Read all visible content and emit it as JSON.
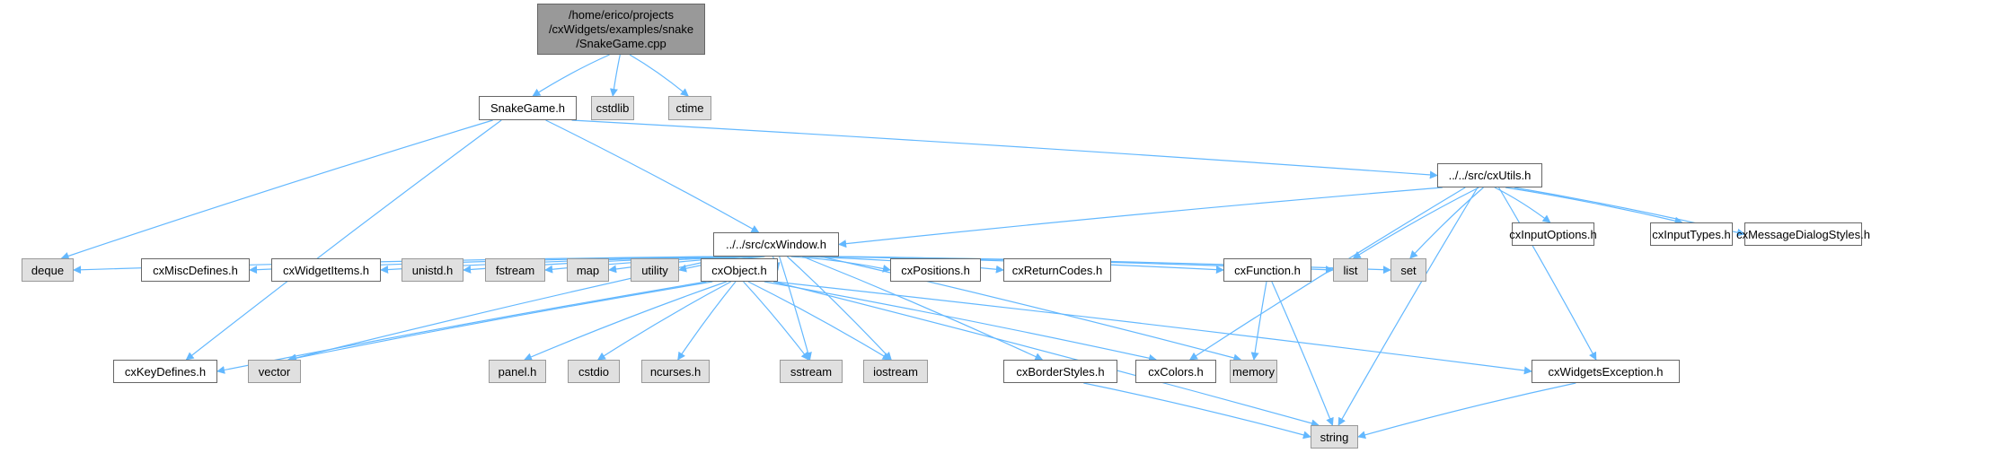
{
  "graph": {
    "edge_color": "#63b8ff",
    "node_colors": {
      "root_fill": "#999999",
      "local_fill": "#ffffff",
      "system_fill": "#e0e0e0",
      "border": "#666666"
    },
    "root": {
      "id": "root",
      "lines": [
        "/home/erico/projects",
        "/cxWidgets/examples/snake",
        "/SnakeGame.cpp"
      ]
    },
    "nodes": [
      {
        "id": "snakegame_h",
        "label": "SnakeGame.h",
        "kind": "local"
      },
      {
        "id": "cstdlib",
        "label": "cstdlib",
        "kind": "system"
      },
      {
        "id": "ctime",
        "label": "ctime",
        "kind": "system"
      },
      {
        "id": "cxutils",
        "label": "../../src/cxUtils.h",
        "kind": "local"
      },
      {
        "id": "cxwindow",
        "label": "../../src/cxWindow.h",
        "kind": "local"
      },
      {
        "id": "cxinputoptions",
        "label": "cxInputOptions.h",
        "kind": "local"
      },
      {
        "id": "cxinputtypes",
        "label": "cxInputTypes.h",
        "kind": "local"
      },
      {
        "id": "cxmsgdlg",
        "label": "cxMessageDialogStyles.h",
        "kind": "local"
      },
      {
        "id": "deque",
        "label": "deque",
        "kind": "system"
      },
      {
        "id": "cxmisc",
        "label": "cxMiscDefines.h",
        "kind": "local"
      },
      {
        "id": "cxwidgetitems",
        "label": "cxWidgetItems.h",
        "kind": "local"
      },
      {
        "id": "unistd",
        "label": "unistd.h",
        "kind": "system"
      },
      {
        "id": "fstream",
        "label": "fstream",
        "kind": "system"
      },
      {
        "id": "map",
        "label": "map",
        "kind": "system"
      },
      {
        "id": "utility",
        "label": "utility",
        "kind": "system"
      },
      {
        "id": "cxobject",
        "label": "cxObject.h",
        "kind": "local"
      },
      {
        "id": "cxpositions",
        "label": "cxPositions.h",
        "kind": "local"
      },
      {
        "id": "cxreturncodes",
        "label": "cxReturnCodes.h",
        "kind": "local"
      },
      {
        "id": "cxfunction",
        "label": "cxFunction.h",
        "kind": "local"
      },
      {
        "id": "list",
        "label": "list",
        "kind": "system"
      },
      {
        "id": "set",
        "label": "set",
        "kind": "system"
      },
      {
        "id": "cxkeydefines",
        "label": "cxKeyDefines.h",
        "kind": "local"
      },
      {
        "id": "vector",
        "label": "vector",
        "kind": "system"
      },
      {
        "id": "panel",
        "label": "panel.h",
        "kind": "system"
      },
      {
        "id": "cstdio",
        "label": "cstdio",
        "kind": "system"
      },
      {
        "id": "ncurses",
        "label": "ncurses.h",
        "kind": "system"
      },
      {
        "id": "sstream",
        "label": "sstream",
        "kind": "system"
      },
      {
        "id": "iostream",
        "label": "iostream",
        "kind": "system"
      },
      {
        "id": "cxborderstyles",
        "label": "cxBorderStyles.h",
        "kind": "local"
      },
      {
        "id": "cxcolors",
        "label": "cxColors.h",
        "kind": "local"
      },
      {
        "id": "memory",
        "label": "memory",
        "kind": "system"
      },
      {
        "id": "cxwidgetsexception",
        "label": "cxWidgetsException.h",
        "kind": "local"
      },
      {
        "id": "string",
        "label": "string",
        "kind": "system"
      }
    ],
    "edges": [
      [
        "root",
        "snakegame_h"
      ],
      [
        "root",
        "cstdlib"
      ],
      [
        "root",
        "ctime"
      ],
      [
        "snakegame_h",
        "cxutils"
      ],
      [
        "snakegame_h",
        "cxwindow"
      ],
      [
        "snakegame_h",
        "deque"
      ],
      [
        "snakegame_h",
        "cxkeydefines"
      ],
      [
        "cxutils",
        "cxwindow"
      ],
      [
        "cxutils",
        "cxinputoptions"
      ],
      [
        "cxutils",
        "cxinputtypes"
      ],
      [
        "cxutils",
        "cxmsgdlg"
      ],
      [
        "cxutils",
        "list"
      ],
      [
        "cxutils",
        "set"
      ],
      [
        "cxutils",
        "cxcolors"
      ],
      [
        "cxutils",
        "string"
      ],
      [
        "cxutils",
        "cxwidgetsexception"
      ],
      [
        "cxwindow",
        "deque"
      ],
      [
        "cxwindow",
        "cxmisc"
      ],
      [
        "cxwindow",
        "cxwidgetitems"
      ],
      [
        "cxwindow",
        "unistd"
      ],
      [
        "cxwindow",
        "fstream"
      ],
      [
        "cxwindow",
        "map"
      ],
      [
        "cxwindow",
        "utility"
      ],
      [
        "cxwindow",
        "cxobject"
      ],
      [
        "cxwindow",
        "cxpositions"
      ],
      [
        "cxwindow",
        "cxreturncodes"
      ],
      [
        "cxwindow",
        "cxfunction"
      ],
      [
        "cxwindow",
        "list"
      ],
      [
        "cxwindow",
        "set"
      ],
      [
        "cxwindow",
        "vector"
      ],
      [
        "cxwindow",
        "sstream"
      ],
      [
        "cxwindow",
        "iostream"
      ],
      [
        "cxwindow",
        "cxborderstyles"
      ],
      [
        "cxwindow",
        "memory"
      ],
      [
        "cxobject",
        "cxkeydefines"
      ],
      [
        "cxobject",
        "vector"
      ],
      [
        "cxobject",
        "panel"
      ],
      [
        "cxobject",
        "cstdio"
      ],
      [
        "cxobject",
        "ncurses"
      ],
      [
        "cxobject",
        "sstream"
      ],
      [
        "cxobject",
        "iostream"
      ],
      [
        "cxobject",
        "cxcolors"
      ],
      [
        "cxobject",
        "cxwidgetsexception"
      ],
      [
        "cxobject",
        "string"
      ],
      [
        "cxfunction",
        "memory"
      ],
      [
        "cxfunction",
        "string"
      ],
      [
        "cxborderstyles",
        "string"
      ],
      [
        "cxwidgetsexception",
        "string"
      ]
    ]
  }
}
